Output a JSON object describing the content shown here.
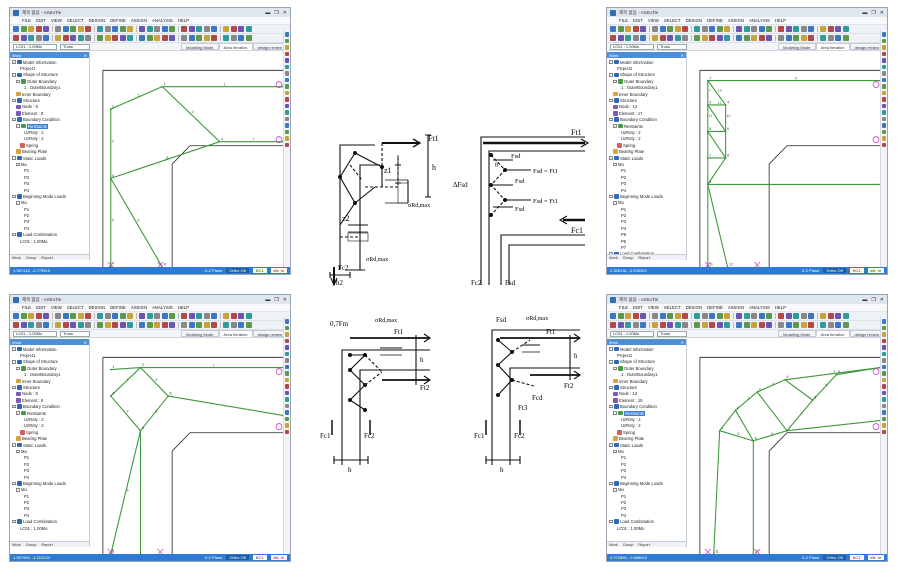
{
  "app": {
    "title": "제목 없음 - AStruTie",
    "menus": [
      "FILE",
      "EDIT",
      "VIEW",
      "SELECT",
      "DESIGN",
      "DEFINE",
      "ASSIGN",
      "ANALYSIS",
      "HELP"
    ],
    "load_case_select": "LC01 : 1.00Mu",
    "truss_select": "Truss",
    "mode_tabs": [
      "Modeling Mode",
      "Area Iteration",
      "design review"
    ],
    "active_mode_tab": "Area Iteration",
    "panel_title": "Work",
    "panel_tabs": [
      "Work",
      "Group",
      "Report"
    ],
    "plane_label": "X-Z Plane",
    "ortho_label": "Ortho Off",
    "kc_select": "KC1",
    "unit_select": "kN, m",
    "window_controls": [
      "▬",
      "❐",
      "✕"
    ]
  },
  "windows": [
    {
      "id": "tl",
      "coords": "1.357416, -0.779515",
      "tree": [
        {
          "label": "Model Information",
          "level": 0,
          "exp": "-",
          "icon": "#2e68b7"
        },
        {
          "label": "Project1",
          "level": 2,
          "exp": "",
          "icon": ""
        },
        {
          "label": "Shape of Structure",
          "level": 0,
          "exp": "-",
          "icon": "#2e68b7"
        },
        {
          "label": "Outer Boundary",
          "level": 1,
          "exp": "-",
          "icon": "#4a9a4a"
        },
        {
          "label": "1 : OuterBoundary1",
          "level": 3,
          "exp": "",
          "icon": ""
        },
        {
          "label": "Inner Boundary",
          "level": 1,
          "exp": "",
          "icon": "#d9a23a"
        },
        {
          "label": "Structure",
          "level": 0,
          "exp": "-",
          "icon": "#2e68b7"
        },
        {
          "label": "Node : 8",
          "level": 1,
          "exp": "",
          "icon": "#7a5bb5"
        },
        {
          "label": "Element : 8",
          "level": 1,
          "exp": "",
          "icon": "#7a5bb5"
        },
        {
          "label": "Boundary Condition",
          "level": 0,
          "exp": "-",
          "icon": "#2e68b7"
        },
        {
          "label": "Restraints",
          "level": 1,
          "exp": "-",
          "icon": "#4a9a4a",
          "selected": true
        },
        {
          "label": "UzRoty : 2",
          "level": 3,
          "exp": "",
          "icon": ""
        },
        {
          "label": "UzRoty : 2",
          "level": 3,
          "exp": "",
          "icon": ""
        },
        {
          "label": "Spring",
          "level": 2,
          "exp": "",
          "icon": "#d06262"
        },
        {
          "label": "Bearing Plate",
          "level": 1,
          "exp": "",
          "icon": "#d9a23a"
        },
        {
          "label": "Static Loads",
          "level": 0,
          "exp": "-",
          "icon": "#2e68b7"
        },
        {
          "label": "Mu",
          "level": 1,
          "exp": "-",
          "icon": ""
        },
        {
          "label": "P1",
          "level": 3,
          "exp": "",
          "icon": ""
        },
        {
          "label": "P2",
          "level": 3,
          "exp": "",
          "icon": ""
        },
        {
          "label": "P3",
          "level": 3,
          "exp": "",
          "icon": ""
        },
        {
          "label": "P4",
          "level": 3,
          "exp": "",
          "icon": ""
        },
        {
          "label": "Beginning Mode Loads",
          "level": 0,
          "exp": "-",
          "icon": "#2e68b7"
        },
        {
          "label": "Mu",
          "level": 1,
          "exp": "-",
          "icon": ""
        },
        {
          "label": "P1",
          "level": 3,
          "exp": "",
          "icon": ""
        },
        {
          "label": "P2",
          "level": 3,
          "exp": "",
          "icon": ""
        },
        {
          "label": "P3",
          "level": 3,
          "exp": "",
          "icon": ""
        },
        {
          "label": "P4",
          "level": 3,
          "exp": "",
          "icon": ""
        },
        {
          "label": "Load Combination",
          "level": 0,
          "exp": "-",
          "icon": "#2e68b7"
        },
        {
          "label": "LC01 : 1.00Mu",
          "level": 2,
          "exp": "",
          "icon": ""
        }
      ],
      "node_labels": [
        "1",
        "2",
        "3",
        "4",
        "5",
        "6",
        "7",
        "8"
      ],
      "element_labels": [
        "1",
        "2",
        "3",
        "4",
        "5",
        "6",
        "7",
        "8"
      ]
    },
    {
      "id": "tr",
      "coords": "2.355116, -2.035329",
      "tree": [
        {
          "label": "Model Information",
          "level": 0,
          "exp": "-",
          "icon": "#2e68b7"
        },
        {
          "label": "Project1",
          "level": 2,
          "exp": "",
          "icon": ""
        },
        {
          "label": "Shape of Structure",
          "level": 0,
          "exp": "-",
          "icon": "#2e68b7"
        },
        {
          "label": "Outer Boundary",
          "level": 1,
          "exp": "-",
          "icon": "#4a9a4a"
        },
        {
          "label": "1 : OuterBoundary1",
          "level": 3,
          "exp": "",
          "icon": ""
        },
        {
          "label": "Inner Boundary",
          "level": 1,
          "exp": "",
          "icon": "#d9a23a"
        },
        {
          "label": "Structure",
          "level": 0,
          "exp": "-",
          "icon": "#2e68b7"
        },
        {
          "label": "Node : 12",
          "level": 1,
          "exp": "",
          "icon": "#7a5bb5"
        },
        {
          "label": "Element : 17",
          "level": 1,
          "exp": "",
          "icon": "#7a5bb5"
        },
        {
          "label": "Boundary Condition",
          "level": 0,
          "exp": "-",
          "icon": "#2e68b7"
        },
        {
          "label": "Restraints",
          "level": 1,
          "exp": "-",
          "icon": "#4a9a4a"
        },
        {
          "label": "UzRoty : 2",
          "level": 3,
          "exp": "",
          "icon": ""
        },
        {
          "label": "UzRoty : 2",
          "level": 3,
          "exp": "",
          "icon": ""
        },
        {
          "label": "Spring",
          "level": 2,
          "exp": "",
          "icon": "#d06262"
        },
        {
          "label": "Bearing Plate",
          "level": 1,
          "exp": "",
          "icon": "#d9a23a"
        },
        {
          "label": "Static Loads",
          "level": 0,
          "exp": "-",
          "icon": "#2e68b7"
        },
        {
          "label": "Mu",
          "level": 1,
          "exp": "-",
          "icon": ""
        },
        {
          "label": "P1",
          "level": 3,
          "exp": "",
          "icon": ""
        },
        {
          "label": "P2",
          "level": 3,
          "exp": "",
          "icon": ""
        },
        {
          "label": "P3",
          "level": 3,
          "exp": "",
          "icon": ""
        },
        {
          "label": "P4",
          "level": 3,
          "exp": "",
          "icon": ""
        },
        {
          "label": "Beginning Mode Loads",
          "level": 0,
          "exp": "-",
          "icon": "#2e68b7"
        },
        {
          "label": "Mu",
          "level": 1,
          "exp": "-",
          "icon": ""
        },
        {
          "label": "P1",
          "level": 3,
          "exp": "",
          "icon": ""
        },
        {
          "label": "P2",
          "level": 3,
          "exp": "",
          "icon": ""
        },
        {
          "label": "P3",
          "level": 3,
          "exp": "",
          "icon": ""
        },
        {
          "label": "P4",
          "level": 3,
          "exp": "",
          "icon": ""
        },
        {
          "label": "P5",
          "level": 3,
          "exp": "",
          "icon": ""
        },
        {
          "label": "P6",
          "level": 3,
          "exp": "",
          "icon": ""
        },
        {
          "label": "P7",
          "level": 3,
          "exp": "",
          "icon": ""
        },
        {
          "label": "Load Combination",
          "level": 0,
          "exp": "-",
          "icon": "#2e68b7"
        }
      ],
      "node_labels": [
        "1",
        "2",
        "3",
        "4",
        "5",
        "6",
        "7",
        "8",
        "9",
        "10",
        "11",
        "12"
      ],
      "element_labels": [
        "5",
        "7",
        "12",
        "13",
        "11",
        "10"
      ]
    },
    {
      "id": "bl",
      "coords": "1.557556, -1.210134",
      "tree": [
        {
          "label": "Model Information",
          "level": 0,
          "exp": "-",
          "icon": "#2e68b7"
        },
        {
          "label": "Project1",
          "level": 2,
          "exp": "",
          "icon": ""
        },
        {
          "label": "Shape of Structure",
          "level": 0,
          "exp": "-",
          "icon": "#2e68b7"
        },
        {
          "label": "Outer Boundary",
          "level": 1,
          "exp": "-",
          "icon": "#4a9a4a"
        },
        {
          "label": "1 : OuterBoundary1",
          "level": 3,
          "exp": "",
          "icon": ""
        },
        {
          "label": "Inner Boundary",
          "level": 1,
          "exp": "",
          "icon": "#d9a23a"
        },
        {
          "label": "Structure",
          "level": 0,
          "exp": "-",
          "icon": "#2e68b7"
        },
        {
          "label": "Node : 8",
          "level": 1,
          "exp": "",
          "icon": "#7a5bb5"
        },
        {
          "label": "Element : 8",
          "level": 1,
          "exp": "",
          "icon": "#7a5bb5"
        },
        {
          "label": "Boundary Condition",
          "level": 0,
          "exp": "-",
          "icon": "#2e68b7"
        },
        {
          "label": "Restraints",
          "level": 1,
          "exp": "-",
          "icon": "#4a9a4a"
        },
        {
          "label": "UzRoty : 2",
          "level": 3,
          "exp": "",
          "icon": ""
        },
        {
          "label": "UzRoty : 2",
          "level": 3,
          "exp": "",
          "icon": ""
        },
        {
          "label": "Spring",
          "level": 2,
          "exp": "",
          "icon": "#d06262"
        },
        {
          "label": "Bearing Plate",
          "level": 1,
          "exp": "",
          "icon": "#d9a23a"
        },
        {
          "label": "Static Loads",
          "level": 0,
          "exp": "-",
          "icon": "#2e68b7"
        },
        {
          "label": "Mu",
          "level": 1,
          "exp": "-",
          "icon": ""
        },
        {
          "label": "P1",
          "level": 3,
          "exp": "",
          "icon": ""
        },
        {
          "label": "P2",
          "level": 3,
          "exp": "",
          "icon": ""
        },
        {
          "label": "P3",
          "level": 3,
          "exp": "",
          "icon": ""
        },
        {
          "label": "P4",
          "level": 3,
          "exp": "",
          "icon": ""
        },
        {
          "label": "Beginning Mode Loads",
          "level": 0,
          "exp": "-",
          "icon": "#2e68b7"
        },
        {
          "label": "Mu",
          "level": 1,
          "exp": "-",
          "icon": ""
        },
        {
          "label": "P1",
          "level": 3,
          "exp": "",
          "icon": ""
        },
        {
          "label": "P2",
          "level": 3,
          "exp": "",
          "icon": ""
        },
        {
          "label": "P3",
          "level": 3,
          "exp": "",
          "icon": ""
        },
        {
          "label": "P4",
          "level": 3,
          "exp": "",
          "icon": ""
        },
        {
          "label": "Load Combination",
          "level": 0,
          "exp": "-",
          "icon": "#2e68b7"
        },
        {
          "label": "LC01 : 1.00Mu",
          "level": 2,
          "exp": "",
          "icon": ""
        }
      ],
      "node_labels": [
        "1",
        "2",
        "3",
        "4",
        "5",
        "6",
        "7",
        "8"
      ],
      "element_labels": [
        "1",
        "2",
        "3",
        "4",
        "5",
        "6"
      ]
    },
    {
      "id": "br",
      "coords": "2.072890, -0.558810",
      "tree": [
        {
          "label": "Model Information",
          "level": 0,
          "exp": "-",
          "icon": "#2e68b7"
        },
        {
          "label": "Project1",
          "level": 2,
          "exp": "",
          "icon": ""
        },
        {
          "label": "Shape of Structure",
          "level": 0,
          "exp": "-",
          "icon": "#2e68b7"
        },
        {
          "label": "Outer Boundary",
          "level": 1,
          "exp": "-",
          "icon": "#4a9a4a"
        },
        {
          "label": "1 : OuterBoundary1",
          "level": 3,
          "exp": "",
          "icon": ""
        },
        {
          "label": "Inner Boundary",
          "level": 1,
          "exp": "",
          "icon": "#d9a23a"
        },
        {
          "label": "Structure",
          "level": 0,
          "exp": "-",
          "icon": "#2e68b7"
        },
        {
          "label": "Node : 12",
          "level": 1,
          "exp": "",
          "icon": "#7a5bb5"
        },
        {
          "label": "Element : 15",
          "level": 1,
          "exp": "",
          "icon": "#7a5bb5"
        },
        {
          "label": "Boundary Condition",
          "level": 0,
          "exp": "-",
          "icon": "#2e68b7"
        },
        {
          "label": "Restraints",
          "level": 1,
          "exp": "-",
          "icon": "#4a9a4a",
          "selected": true
        },
        {
          "label": "UzRoty : 2",
          "level": 3,
          "exp": "",
          "icon": ""
        },
        {
          "label": "UzRoty : 2",
          "level": 3,
          "exp": "",
          "icon": ""
        },
        {
          "label": "Spring",
          "level": 2,
          "exp": "",
          "icon": "#d06262"
        },
        {
          "label": "Bearing Plate",
          "level": 1,
          "exp": "",
          "icon": "#d9a23a"
        },
        {
          "label": "Static Loads",
          "level": 0,
          "exp": "-",
          "icon": "#2e68b7"
        },
        {
          "label": "Mu",
          "level": 1,
          "exp": "-",
          "icon": ""
        },
        {
          "label": "P1",
          "level": 3,
          "exp": "",
          "icon": ""
        },
        {
          "label": "P2",
          "level": 3,
          "exp": "",
          "icon": ""
        },
        {
          "label": "P3",
          "level": 3,
          "exp": "",
          "icon": ""
        },
        {
          "label": "P4",
          "level": 3,
          "exp": "",
          "icon": ""
        },
        {
          "label": "Beginning Mode Loads",
          "level": 0,
          "exp": "-",
          "icon": "#2e68b7"
        },
        {
          "label": "Mu",
          "level": 1,
          "exp": "-",
          "icon": ""
        },
        {
          "label": "P1",
          "level": 3,
          "exp": "",
          "icon": ""
        },
        {
          "label": "P2",
          "level": 3,
          "exp": "",
          "icon": ""
        },
        {
          "label": "P3",
          "level": 3,
          "exp": "",
          "icon": ""
        },
        {
          "label": "P4",
          "level": 3,
          "exp": "",
          "icon": ""
        },
        {
          "label": "Load Combination",
          "level": 0,
          "exp": "-",
          "icon": "#2e68b7"
        },
        {
          "label": "LC01 : 1.00Mu",
          "level": 2,
          "exp": "",
          "icon": ""
        }
      ],
      "node_labels": [
        "1",
        "2",
        "3",
        "4",
        "5",
        "6",
        "7",
        "8",
        "9",
        "10",
        "11",
        "12"
      ],
      "element_labels": [
        "1",
        "2",
        "3",
        "4",
        "5",
        "6",
        "7",
        "8"
      ]
    }
  ],
  "sketches": {
    "top_left": {
      "Ft1": "Ft1",
      "h": "h",
      "z1": "z1",
      "z2": "z2",
      "sigma": "σRd,max",
      "sigma2": "σRd,max",
      "Fc2": "Fc2",
      "h2": "h2"
    },
    "top_right": {
      "Ft1": "Ft1",
      "Fsd1": "Fsd",
      "Fsd2": "Fsd",
      "Fsd3": "Fsd",
      "eq1": "Fsd = Ft1",
      "eq2": "Fsd = Ft1",
      "dF": "ΔFsd",
      "Fc1": "Fc1",
      "Fc2": "Fc2",
      "Fsd_b": "Fsd",
      "theta": "θ"
    },
    "bottom_left": {
      "f07": "0,7Fm",
      "sigma": "σRd,max",
      "Ft1": "Ft1",
      "Ft2": "Ft2",
      "h": "h",
      "Fc1": "Fc1",
      "Fc2": "Fc2",
      "hb": "h"
    },
    "bottom_right": {
      "Fsd": "Fsd",
      "sigma": "σRd,max",
      "Ft1": "Ft1",
      "Ft2": "Ft2",
      "Fcd": "Fcd",
      "h": "h",
      "Fc1": "Fc1",
      "Fc2": "Fc2",
      "Ft3": "Ft3",
      "hb": "h"
    }
  }
}
